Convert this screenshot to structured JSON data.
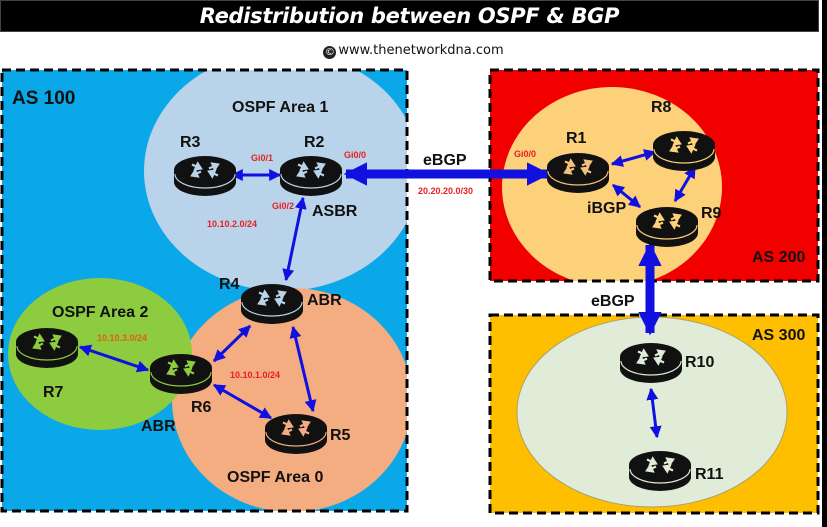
{
  "title": "Redistribution between OSPF & BGP",
  "credit": {
    "icon": "copyright-icon",
    "text": "www.thenetworkdna.com"
  },
  "colors": {
    "as100": "#0aa8e8",
    "as200": "#f20000",
    "as300": "#fdbf00",
    "area1": "#b9d3ea",
    "area2": "#8dcb3f",
    "area0": "#f3ad80",
    "as200_core": "#fdd07a",
    "as300_core": "#e0ecd8",
    "link": "#1010e0",
    "subnet_text": "#e62020"
  },
  "autonomous_systems": [
    {
      "id": "as100",
      "label": "AS 100"
    },
    {
      "id": "as200",
      "label": "AS 200"
    },
    {
      "id": "as300",
      "label": "AS 300"
    }
  ],
  "areas": [
    {
      "id": "area1",
      "label": "OSPF Area 1"
    },
    {
      "id": "area2",
      "label": "OSPF Area 2"
    },
    {
      "id": "area0",
      "label": "OSPF Area 0"
    }
  ],
  "routers": [
    {
      "id": "R1",
      "label": "R1"
    },
    {
      "id": "R2",
      "label": "R2",
      "role": "ASBR"
    },
    {
      "id": "R3",
      "label": "R3"
    },
    {
      "id": "R4",
      "label": "R4",
      "role": "ABR"
    },
    {
      "id": "R5",
      "label": "R5"
    },
    {
      "id": "R6",
      "label": "R6",
      "role": "ABR"
    },
    {
      "id": "R7",
      "label": "R7"
    },
    {
      "id": "R8",
      "label": "R8"
    },
    {
      "id": "R9",
      "label": "R9"
    },
    {
      "id": "R10",
      "label": "R10"
    },
    {
      "id": "R11",
      "label": "R11"
    }
  ],
  "interfaces": {
    "r2_gi01": "Gi0/1",
    "r2_gi00": "Gi0/0",
    "r2_gi02": "Gi0/2",
    "r1_gi00": "Gi0/0"
  },
  "subnets": {
    "area1": "10.10.2.0/24",
    "area2": "10.10.3.0/24",
    "area0": "10.10.1.0/24",
    "ebgp_r2_r1": "20.20.20.0/30"
  },
  "link_labels": {
    "ebgp_as100_as200": "eBGP",
    "ibgp_as200": "iBGP",
    "ebgp_as200_as300": "eBGP"
  },
  "links": [
    {
      "from": "R3",
      "to": "R2",
      "type": "ospf"
    },
    {
      "from": "R2",
      "to": "R4",
      "type": "ospf"
    },
    {
      "from": "R4",
      "to": "R6",
      "type": "ospf"
    },
    {
      "from": "R4",
      "to": "R5",
      "type": "ospf"
    },
    {
      "from": "R6",
      "to": "R5",
      "type": "ospf"
    },
    {
      "from": "R7",
      "to": "R6",
      "type": "ospf"
    },
    {
      "from": "R2",
      "to": "R1",
      "type": "ebgp"
    },
    {
      "from": "R1",
      "to": "R8",
      "type": "ibgp"
    },
    {
      "from": "R1",
      "to": "R9",
      "type": "ibgp"
    },
    {
      "from": "R8",
      "to": "R9",
      "type": "ibgp"
    },
    {
      "from": "R9",
      "to": "R10",
      "type": "ebgp"
    },
    {
      "from": "R10",
      "to": "R11",
      "type": "internal"
    }
  ]
}
